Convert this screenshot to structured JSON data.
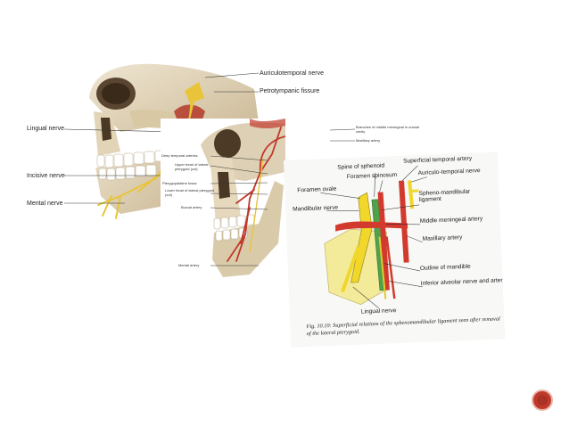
{
  "image1": {
    "labels": {
      "auriculotemporal": "Auriculotemporal nerve",
      "petrotympanic": "Petrotympanic fissure",
      "lingual": "Lingual nerve",
      "incisive": "Incisive nerve",
      "mental": "Mental nerve"
    }
  },
  "image2": {
    "labels": {
      "branches_middle_meningeal": "Branches of middle meningeal in cranial cavity",
      "maxillary_artery": "Maxillary artery",
      "deep_temporal": "Deep temporal arteries",
      "upper_head": "Upper head of lateral pterygoid (cut)",
      "pterygopalatine": "Pterygopalatine fossa",
      "lower_head": "Lower head of lateral pterygoid (cut)",
      "buccal_artery": "Buccal artery",
      "mental_artery": "Mental artery"
    }
  },
  "image3": {
    "labels": {
      "spine_sphenoid": "Spine of sphenoid",
      "superficial_temporal": "Superficial temporal artery",
      "foramen_spinosum": "Foramen spinosum",
      "auriculo_temporal": "Auriculo-temporal nerve",
      "foramen_ovale": "Foramen ovale",
      "mandibular_nerve": "Mandibular nerve",
      "spheno_mandibular": "Spheno-mandibular ligament",
      "middle_meningeal": "Middle meningeal artery",
      "maxillary_artery": "Maxillary artery",
      "outline_mandible": "Outline of mandible",
      "inferior_alveolar": "Inferior alveolar nerve and artery",
      "lingual_nerve": "Lingual nerve"
    },
    "caption": "Fig. 10.10: Superficial relations of the sphenomandibular ligament seen after removal of the lateral pterygoid."
  },
  "colors": {
    "nav_button": "#c0392b",
    "artery": "#c0392b",
    "nerve": "#e8d24a"
  }
}
